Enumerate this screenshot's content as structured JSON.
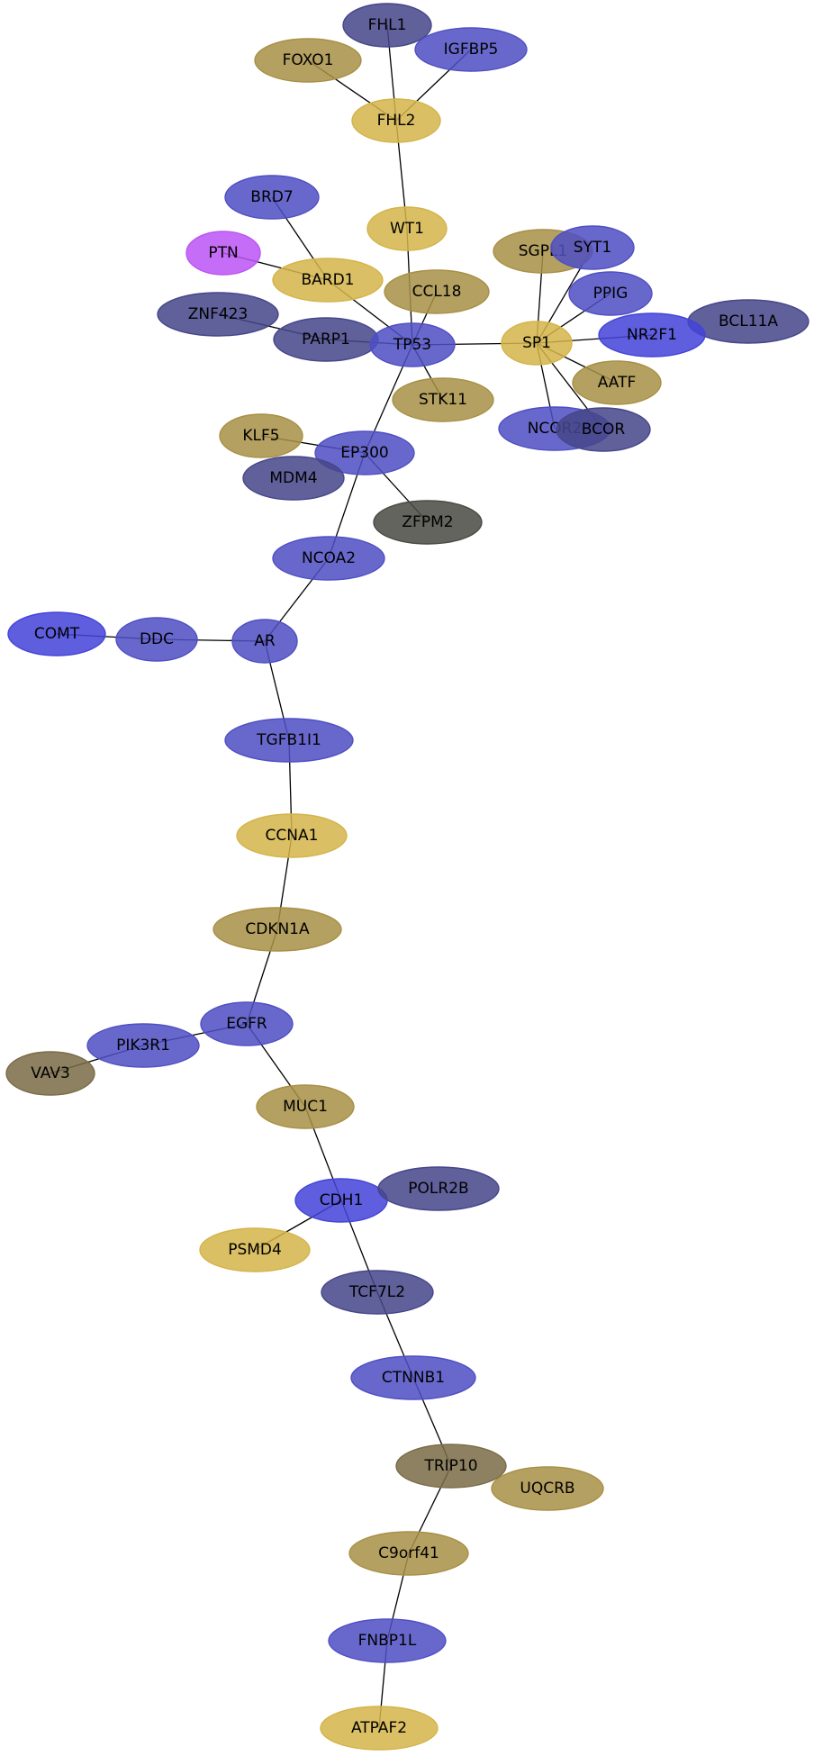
{
  "colors": {
    "blue": "#4f4fc4",
    "navy": "#46468a",
    "bright_blue": "#4444d8",
    "gold": "#d4b44a",
    "olive": "#a89046",
    "dark_olive": "#7b6c47",
    "gray": "#4a4a44",
    "magenta": "#bb55f5"
  },
  "nodes": [
    {
      "id": "FHL1",
      "label": "FHL1",
      "color": "navy"
    },
    {
      "id": "IGFBP5",
      "label": "IGFBP5",
      "color": "blue"
    },
    {
      "id": "FOXO1",
      "label": "FOXO1",
      "color": "olive"
    },
    {
      "id": "FHL2",
      "label": "FHL2",
      "color": "gold"
    },
    {
      "id": "BRD7",
      "label": "BRD7",
      "color": "blue"
    },
    {
      "id": "WT1",
      "label": "WT1",
      "color": "gold"
    },
    {
      "id": "PTN",
      "label": "PTN",
      "color": "magenta"
    },
    {
      "id": "BARD1",
      "label": "BARD1",
      "color": "gold"
    },
    {
      "id": "SGPL1",
      "label": "SGPL1",
      "color": "olive"
    },
    {
      "id": "SYT1",
      "label": "SYT1",
      "color": "blue"
    },
    {
      "id": "CCL18",
      "label": "CCL18",
      "color": "olive"
    },
    {
      "id": "PPIG",
      "label": "PPIG",
      "color": "blue"
    },
    {
      "id": "ZNF423",
      "label": "ZNF423",
      "color": "navy"
    },
    {
      "id": "BCL11A",
      "label": "BCL11A",
      "color": "navy"
    },
    {
      "id": "PARP1",
      "label": "PARP1",
      "color": "navy"
    },
    {
      "id": "TP53",
      "label": "TP53",
      "color": "blue"
    },
    {
      "id": "SP1",
      "label": "SP1",
      "color": "gold"
    },
    {
      "id": "NR2F1",
      "label": "NR2F1",
      "color": "bright_blue"
    },
    {
      "id": "AATF",
      "label": "AATF",
      "color": "olive"
    },
    {
      "id": "STK11",
      "label": "STK11",
      "color": "olive"
    },
    {
      "id": "NCOR2",
      "label": "NCOR2",
      "color": "blue"
    },
    {
      "id": "BCOR",
      "label": "BCOR",
      "color": "navy"
    },
    {
      "id": "KLF5",
      "label": "KLF5",
      "color": "olive"
    },
    {
      "id": "EP300",
      "label": "EP300",
      "color": "blue"
    },
    {
      "id": "MDM4",
      "label": "MDM4",
      "color": "navy"
    },
    {
      "id": "ZFPM2",
      "label": "ZFPM2",
      "color": "gray"
    },
    {
      "id": "NCOA2",
      "label": "NCOA2",
      "color": "blue"
    },
    {
      "id": "COMT",
      "label": "COMT",
      "color": "bright_blue"
    },
    {
      "id": "DDC",
      "label": "DDC",
      "color": "blue"
    },
    {
      "id": "AR",
      "label": "AR",
      "color": "blue"
    },
    {
      "id": "TGFB1I1",
      "label": "TGFB1I1",
      "color": "blue"
    },
    {
      "id": "CCNA1",
      "label": "CCNA1",
      "color": "gold"
    },
    {
      "id": "CDKN1A",
      "label": "CDKN1A",
      "color": "olive"
    },
    {
      "id": "EGFR",
      "label": "EGFR",
      "color": "blue"
    },
    {
      "id": "PIK3R1",
      "label": "PIK3R1",
      "color": "blue"
    },
    {
      "id": "VAV3",
      "label": "VAV3",
      "color": "dark_olive"
    },
    {
      "id": "MUC1",
      "label": "MUC1",
      "color": "olive"
    },
    {
      "id": "CDH1",
      "label": "CDH1",
      "color": "bright_blue"
    },
    {
      "id": "POLR2B",
      "label": "POLR2B",
      "color": "navy"
    },
    {
      "id": "PSMD4",
      "label": "PSMD4",
      "color": "gold"
    },
    {
      "id": "TCF7L2",
      "label": "TCF7L2",
      "color": "navy"
    },
    {
      "id": "CTNNB1",
      "label": "CTNNB1",
      "color": "blue"
    },
    {
      "id": "TRIP10",
      "label": "TRIP10",
      "color": "dark_olive"
    },
    {
      "id": "UQCRB",
      "label": "UQCRB",
      "color": "olive"
    },
    {
      "id": "C9orf41",
      "label": "C9orf41",
      "color": "olive"
    },
    {
      "id": "FNBP1L",
      "label": "FNBP1L",
      "color": "blue"
    },
    {
      "id": "ATPAF2",
      "label": "ATPAF2",
      "color": "gold"
    }
  ],
  "edges": [
    [
      "FHL2",
      "FHL1"
    ],
    [
      "FHL2",
      "IGFBP5"
    ],
    [
      "FHL2",
      "FOXO1"
    ],
    [
      "FHL2",
      "WT1"
    ],
    [
      "WT1",
      "TP53"
    ],
    [
      "BRD7",
      "BARD1"
    ],
    [
      "PTN",
      "BARD1"
    ],
    [
      "BARD1",
      "TP53"
    ],
    [
      "CCL18",
      "TP53"
    ],
    [
      "ZNF423",
      "PARP1"
    ],
    [
      "PARP1",
      "TP53"
    ],
    [
      "TP53",
      "SP1"
    ],
    [
      "TP53",
      "STK11"
    ],
    [
      "TP53",
      "EP300"
    ],
    [
      "SP1",
      "SGPL1"
    ],
    [
      "SP1",
      "SYT1"
    ],
    [
      "SP1",
      "PPIG"
    ],
    [
      "SP1",
      "NR2F1"
    ],
    [
      "SP1",
      "AATF"
    ],
    [
      "SP1",
      "NCOR2"
    ],
    [
      "SP1",
      "BCOR"
    ],
    [
      "KLF5",
      "EP300"
    ],
    [
      "EP300",
      "ZFPM2"
    ],
    [
      "EP300",
      "NCOA2"
    ],
    [
      "NCOA2",
      "AR"
    ],
    [
      "COMT",
      "DDC"
    ],
    [
      "DDC",
      "AR"
    ],
    [
      "AR",
      "TGFB1I1"
    ],
    [
      "TGFB1I1",
      "CCNA1"
    ],
    [
      "CCNA1",
      "CDKN1A"
    ],
    [
      "CDKN1A",
      "EGFR"
    ],
    [
      "EGFR",
      "PIK3R1"
    ],
    [
      "PIK3R1",
      "VAV3"
    ],
    [
      "EGFR",
      "MUC1"
    ],
    [
      "MUC1",
      "CDH1"
    ],
    [
      "CDH1",
      "PSMD4"
    ],
    [
      "CDH1",
      "TCF7L2"
    ],
    [
      "TCF7L2",
      "CTNNB1"
    ],
    [
      "CTNNB1",
      "TRIP10"
    ],
    [
      "TRIP10",
      "C9orf41"
    ],
    [
      "C9orf41",
      "FNBP1L"
    ],
    [
      "FNBP1L",
      "ATPAF2"
    ]
  ]
}
